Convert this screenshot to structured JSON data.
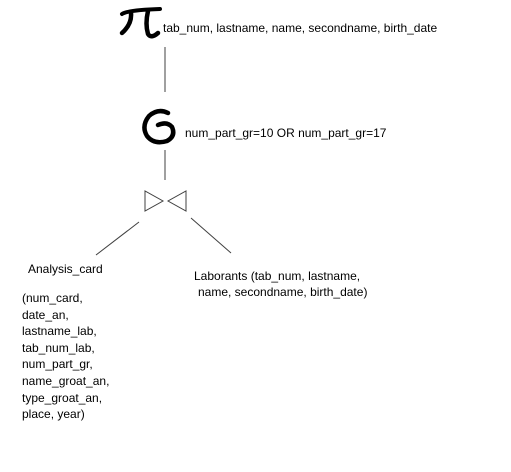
{
  "colors": {
    "background": "#ffffff",
    "ink": "#000000",
    "line": "#404040"
  },
  "projection": {
    "icon": "pi-projection-icon",
    "attributes": "tab_num, lastname, name, secondname, birth_date"
  },
  "selection": {
    "icon": "sigma-selection-icon",
    "condition": "num_part_gr=10 OR num_part_gr=17"
  },
  "join": {
    "icon": "bowtie-join-icon"
  },
  "left_relation": {
    "name": "Analysis_card",
    "attributes": [
      "(num_card,",
      "date_an,",
      "lastname_lab,",
      "tab_num_lab,",
      "num_part_gr,",
      "name_groat_an,",
      "type_groat_an,",
      "place, year)"
    ]
  },
  "right_relation": {
    "lines": [
      "Laborants (tab_num, lastname,",
      "name, secondname, birth_date)"
    ]
  }
}
